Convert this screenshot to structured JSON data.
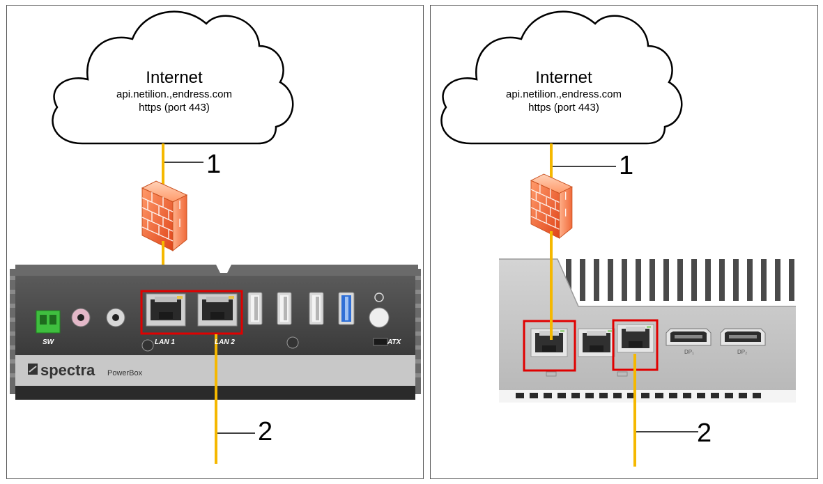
{
  "diagrams": [
    {
      "cloud": {
        "title": "Internet",
        "host": "api.netilion.,endress.com",
        "protocol": "https (port 443)"
      },
      "callouts": [
        "1",
        "2"
      ],
      "device": {
        "brand": "spectra",
        "model": "PowerBox",
        "port_labels": [
          "SW",
          "LAN 1",
          "LAN 2",
          "ATX"
        ]
      }
    },
    {
      "cloud": {
        "title": "Internet",
        "host": "api.netilion.,endress.com",
        "protocol": "https (port 443)"
      },
      "callouts": [
        "1",
        "2"
      ],
      "device": {
        "port_labels": [
          "DP₁",
          "DP₂"
        ]
      }
    }
  ],
  "colors": {
    "cable": "#f5b800",
    "highlight": "#e00000",
    "firewall": "#f26b3a"
  }
}
